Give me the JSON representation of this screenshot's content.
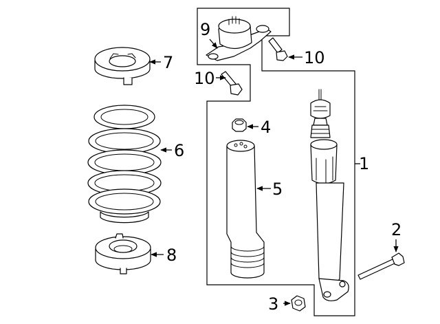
{
  "callouts": {
    "shock_absorber": "1",
    "lower_bolt": "2",
    "nut": "3",
    "upper_nut": "4",
    "dust_boot": "5",
    "coil_spring": "6",
    "upper_spring_seat": "7",
    "lower_spring_seat": "8",
    "upper_mount": "9",
    "mount_bolt_right": "10",
    "mount_bolt_left": "10"
  }
}
